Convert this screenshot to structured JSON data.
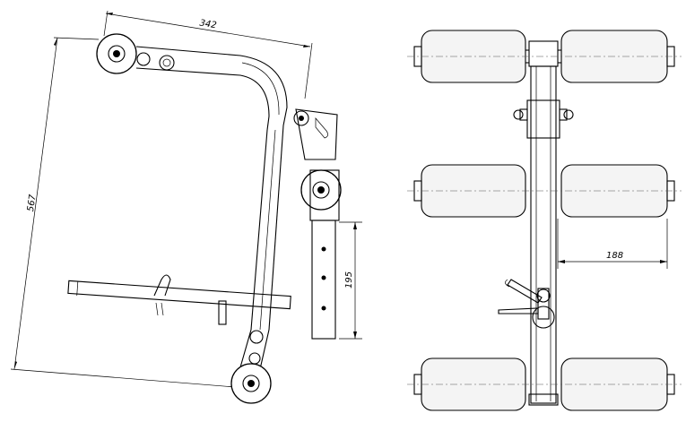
{
  "dimensions": {
    "width_top": "342",
    "height_left": "567",
    "adjust_range": "195",
    "pad_offset": "188"
  }
}
